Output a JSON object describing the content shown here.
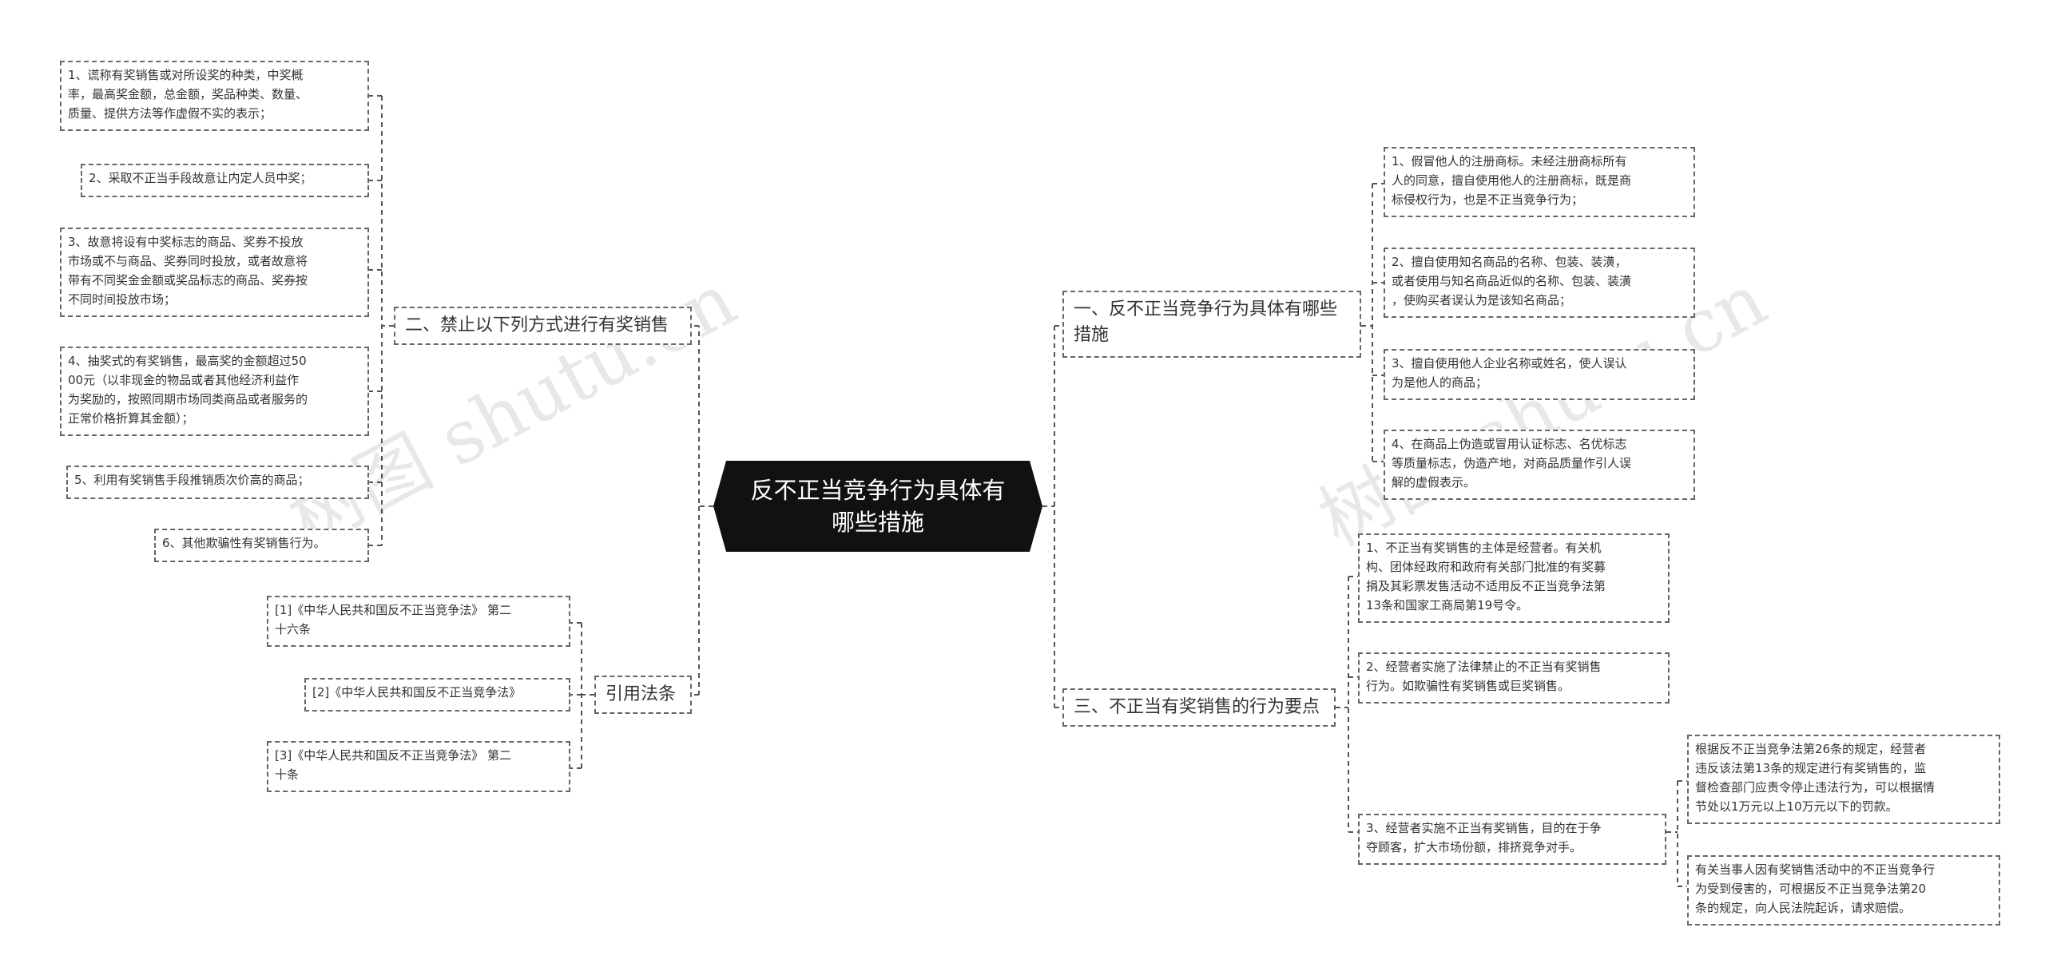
{
  "watermark": "树图 shutu.cn",
  "root": {
    "text": "反不正当竞争行为具体有\n哪些措施"
  },
  "left_branches": {
    "b2": {
      "label": "二、禁止以下列方式进行有奖销售",
      "items": [
        "1、谎称有奖销售或对所设奖的种类，中奖概\n率，最高奖金额，总金额，奖品种类、数量、\n质量、提供方法等作虚假不实的表示；",
        "2、采取不正当手段故意让内定人员中奖；",
        "3、故意将设有中奖标志的商品、奖券不投放\n市场或不与商品、奖券同时投放，或者故意将\n带有不同奖金金额或奖品标志的商品、奖券按\n不同时间投放市场；",
        "4、抽奖式的有奖销售，最高奖的金额超过50\n00元（以非现金的物品或者其他经济利益作\n为奖励的，按照同期市场同类商品或者服务的\n正常价格折算其金额）；",
        "5、利用有奖销售手段推销质次价高的商品；",
        "6、其他欺骗性有奖销售行为。"
      ]
    },
    "law": {
      "label": "引用法条",
      "items": [
        "[1]《中华人民共和国反不正当竞争法》 第二\n十六条",
        "[2]《中华人民共和国反不正当竞争法》",
        "[3]《中华人民共和国反不正当竞争法》 第二\n十条"
      ]
    }
  },
  "right_branches": {
    "b1": {
      "label": "一、反不正当竞争行为具体有哪些\n措施",
      "items": [
        "1、假冒他人的注册商标。未经注册商标所有\n人的同意，擅自使用他人的注册商标，既是商\n标侵权行为，也是不正当竞争行为；",
        "2、擅自使用知名商品的名称、包装、装潢，\n或者使用与知名商品近似的名称、包装、装潢\n，使购买者误认为是该知名商品；",
        "3、擅自使用他人企业名称或姓名，使人误认\n为是他人的商品；",
        "4、在商品上伪造或冒用认证标志、名优标志\n等质量标志，伪造产地，对商品质量作引人误\n解的虚假表示。"
      ]
    },
    "b3": {
      "label": "三、不正当有奖销售的行为要点",
      "items": [
        "1、不正当有奖销售的主体是经营者。有关机\n构、团体经政府和政府有关部门批准的有奖募\n捐及其彩票发售活动不适用反不正当竞争法第\n13条和国家工商局第19号令。",
        "2、经营者实施了法律禁止的不正当有奖销售\n行为。如欺骗性有奖销售或巨奖销售。",
        "3、经营者实施不正当有奖销售，目的在于争\n夺顾客，扩大市场份额，排挤竞争对手。"
      ],
      "sub_items": [
        "根据反不正当竞争法第26条的规定，经营者\n违反该法第13条的规定进行有奖销售的，监\n督检查部门应责令停止违法行为，可以根据情\n节处以1万元以上10万元以下的罚款。",
        "有关当事人因有奖销售活动中的不正当竞争行\n为受到侵害的，可根据反不正当竞争法第20\n条的规定，向人民法院起诉，请求赔偿。"
      ]
    }
  }
}
